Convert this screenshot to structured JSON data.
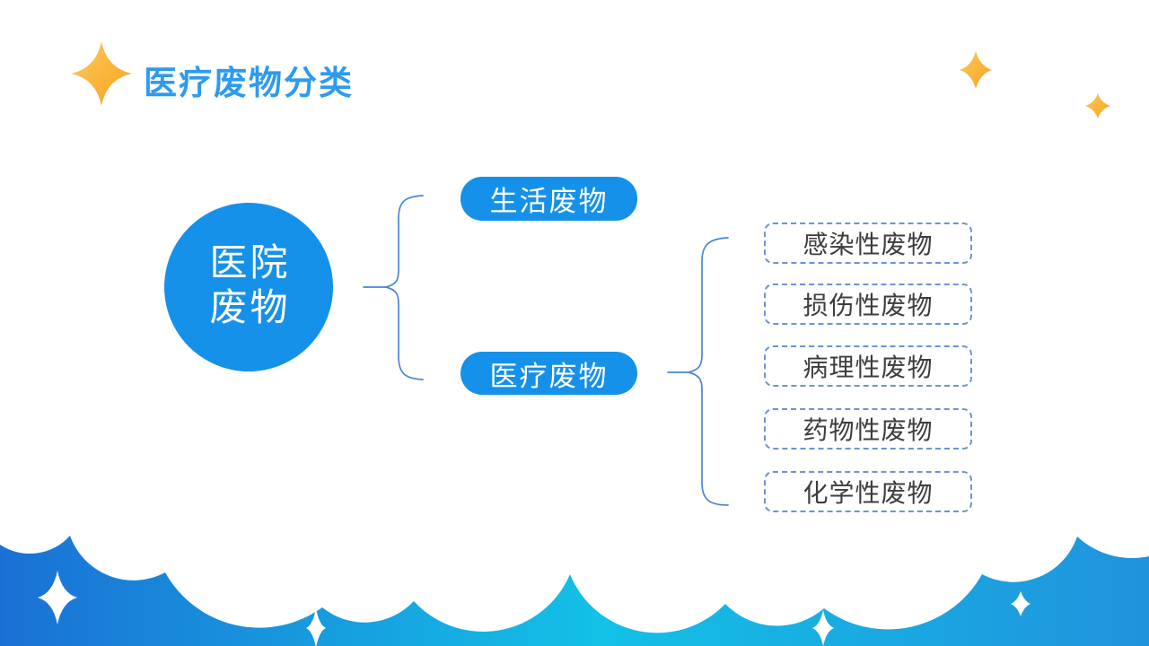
{
  "slide_title": "医疗废物分类",
  "diagram": {
    "root": {
      "line1": "医院",
      "line2": "废物"
    },
    "branches": [
      {
        "label": "生活废物",
        "children": []
      },
      {
        "label": "医疗废物",
        "children": [
          "感染性废物",
          "损伤性废物",
          "病理性废物",
          "药物性废物",
          "化学性废物"
        ]
      }
    ]
  },
  "icons": {
    "sparkle": "✦",
    "gold_sparkle": "sparkle-star-gold",
    "white_sparkle": "sparkle-star-white"
  },
  "colors": {
    "node_blue": "#1591e9",
    "title_blue": "#2e9af0",
    "dashed_border_blue": "#6b93d6",
    "brace_blue": "#4a85d6",
    "wave_left": "#1b70d5",
    "wave_middle": "#13c1e6",
    "wave_right": "#2092dd",
    "star_gold_light": "#ffc95e",
    "star_gold_dark": "#f5a31f",
    "leaf_text": "#3d3d3d",
    "node_text": "#ffffff"
  }
}
